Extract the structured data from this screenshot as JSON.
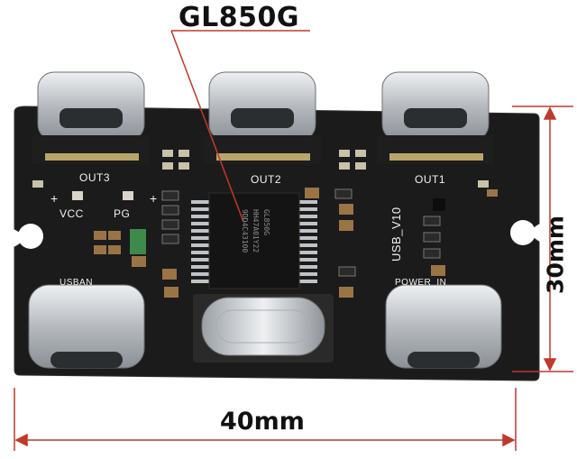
{
  "title": "GL850G",
  "dimensions": {
    "width_label": "40mm",
    "height_label": "30mm"
  },
  "board": {
    "port_labels": [
      "OUT3",
      "OUT2",
      "OUT1"
    ],
    "vcc_label": "VCC",
    "pg_label": "PG",
    "version_label": "USB_V10",
    "usban_label": "USBAN",
    "power_in_label": "POWER_IN",
    "chip_text": [
      "GL850G",
      "HH47A01Y22",
      "9DD4C43100"
    ]
  },
  "colors": {
    "pcb": "#1a1a1a",
    "silkscreen": "#f2f2f2",
    "dimension_line": "#c0392b",
    "connector": "#c9ccd0"
  }
}
